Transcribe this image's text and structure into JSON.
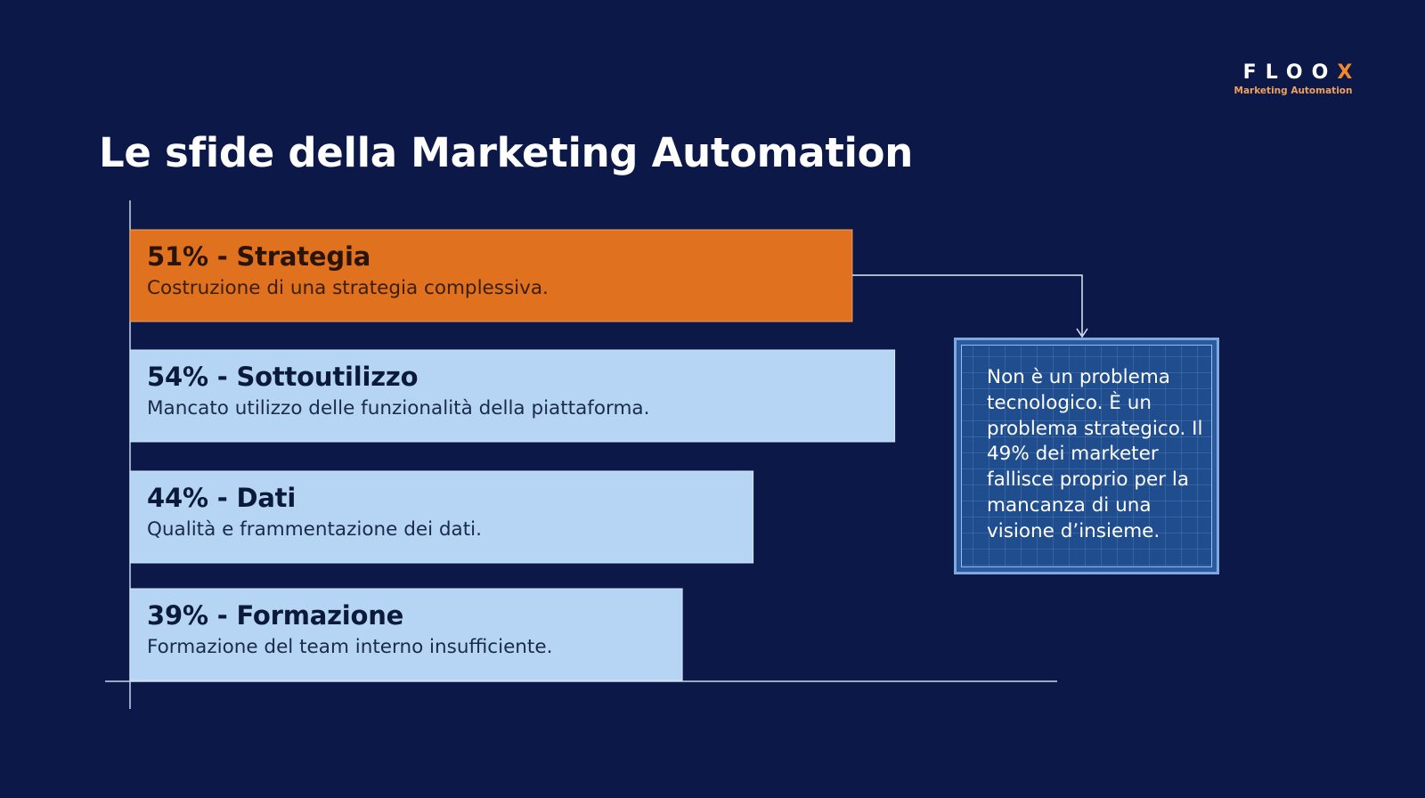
{
  "brand": {
    "logo_text": "FLOO",
    "logo_accent": "X",
    "tagline": "Marketing Automation"
  },
  "page_title": "Le sfide della Marketing Automation",
  "callout_text": "Non è un problema tecnologico. È un problema strategico. Il 49% dei marketer fallisce proprio per la mancanza di una visione d’insieme.",
  "colors": {
    "background": "#0c1847",
    "highlight_bar": "#e0711e",
    "default_bar": "#b6d5f5",
    "callout_bg": "#1f4d8e",
    "axis": "#c8d6f0"
  },
  "chart_data": {
    "type": "bar",
    "orientation": "horizontal",
    "categories": [
      "Strategia",
      "Sottoutilizzo",
      "Dati",
      "Formazione"
    ],
    "values": [
      51,
      54,
      44,
      39
    ],
    "unit": "%",
    "highlight_index": 0,
    "xlim": [
      0,
      70
    ],
    "grid": false,
    "bars": [
      {
        "label": "51% - Strategia",
        "description": "Costruzione di una strategia complessiva.",
        "value": 51,
        "highlighted": true
      },
      {
        "label": "54% - Sottoutilizzo",
        "description": "Mancato utilizzo delle funzionalità della piattaforma.",
        "value": 54,
        "highlighted": false
      },
      {
        "label": "44% - Dati",
        "description": "Qualità e frammentazione dei dati.",
        "value": 44,
        "highlighted": false
      },
      {
        "label": "39% - Formazione",
        "description": "Formazione del team interno insufficiente.",
        "value": 39,
        "highlighted": false
      }
    ]
  }
}
